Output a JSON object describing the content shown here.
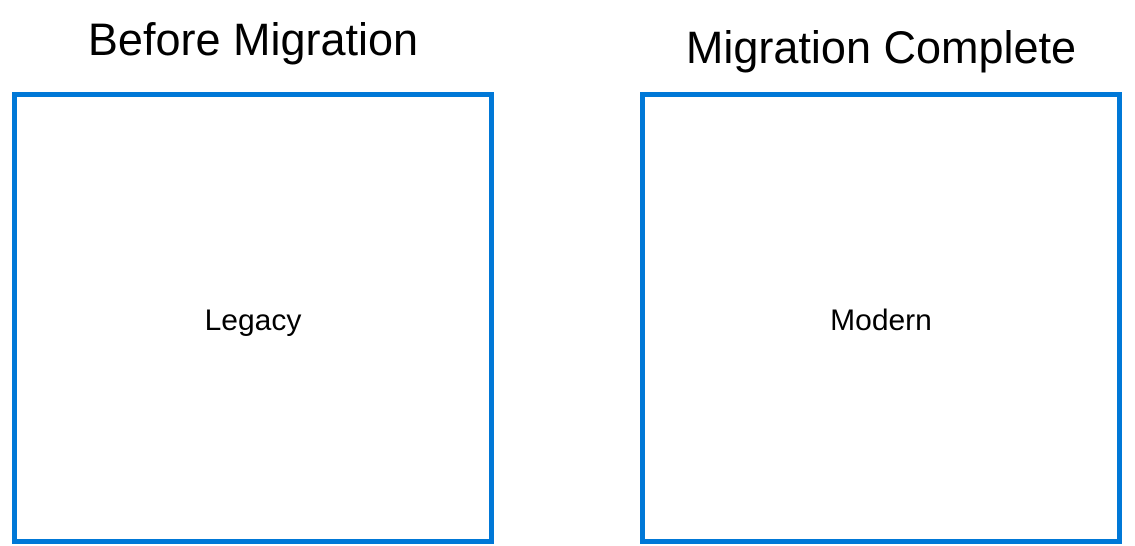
{
  "diagram": {
    "panels": [
      {
        "title": "Before Migration",
        "label": "Legacy"
      },
      {
        "title": "Migration Complete",
        "label": "Modern"
      }
    ],
    "colors": {
      "box_border": "#0078D7",
      "text": "#000000",
      "background": "#FFFFFF"
    }
  }
}
